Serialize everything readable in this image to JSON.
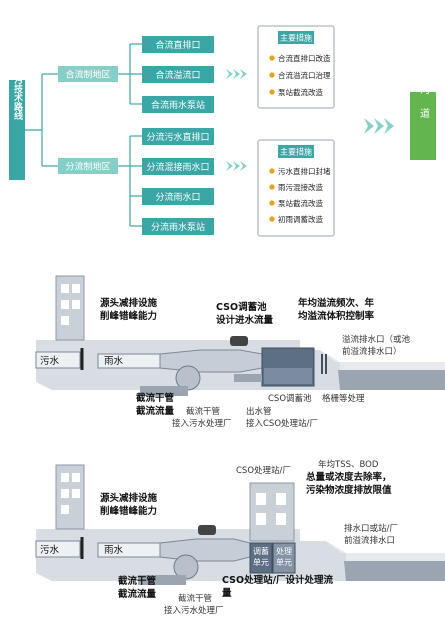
{
  "colors": {
    "teal": "#3aa6a6",
    "light_teal": "#86cfc7",
    "green": "#63b54f",
    "bullet": "#e5a21a",
    "pipe": "#9aa5b1",
    "ground": "#d8dde4",
    "water": "#5d6f85"
  },
  "tree": {
    "root": "沿河截污技术路线",
    "river": "河道",
    "groups": [
      {
        "label": "合流制地区",
        "items": [
          "合流直排口",
          "合流溢流口",
          "合流雨水泵站"
        ],
        "measures_title": "主要措施",
        "measures": [
          "合流直排口改造",
          "合流溢流口治理",
          "泵站截流改造"
        ]
      },
      {
        "label": "分流制地区",
        "items": [
          "分流污水直排口",
          "分流混接雨水口",
          "分流雨水口",
          "分流雨水泵站"
        ],
        "measures_title": "主要措施",
        "measures": [
          "污水直排口封堵",
          "雨污混接改造",
          "泵站截流改造",
          "初雨调蓄改造"
        ]
      }
    ]
  },
  "diagram1": {
    "source_control": [
      "源头减排设施",
      "削峰错峰能力"
    ],
    "cso_tank_design": [
      "CSO调蓄池",
      "设计进水流量"
    ],
    "annual_overflow": [
      "年均溢流频次、年",
      "均溢流体积控制率"
    ],
    "outfall": [
      "溢流排水口（或池",
      "前溢流排水口）"
    ],
    "sewage": "污水",
    "rain": "雨水",
    "interceptor_main": [
      "截流干管",
      "截流流量"
    ],
    "interceptor_to_plant": [
      "截流干管",
      "接入污水处理厂"
    ],
    "outlet_pipe": [
      "出水管",
      "接入CSO处理站/厂"
    ],
    "cso_tank": "CSO调蓄池",
    "grille": "格栅等处理"
  },
  "diagram2": {
    "source_control": [
      "源头减排设施",
      "削峰错峰能力"
    ],
    "cso_station": "CSO处理站/厂",
    "annual_tss": [
      "年均TSS、BOD",
      "总量或浓度去除率，",
      "污染物浓度排放限值"
    ],
    "outfall": [
      "排水口或站/厂",
      "前溢流排水口"
    ],
    "sewage": "污水",
    "rain": "雨水",
    "storage_unit": [
      "调蓄",
      "单元"
    ],
    "treatment_unit": [
      "处理",
      "单元"
    ],
    "interceptor_main": [
      "截流干管",
      "截流流量"
    ],
    "interceptor_to_plant": [
      "截流干管",
      "接入污水处理厂"
    ],
    "cso_design_flow": [
      "CSO处理站/厂设计处理流",
      "量"
    ]
  }
}
